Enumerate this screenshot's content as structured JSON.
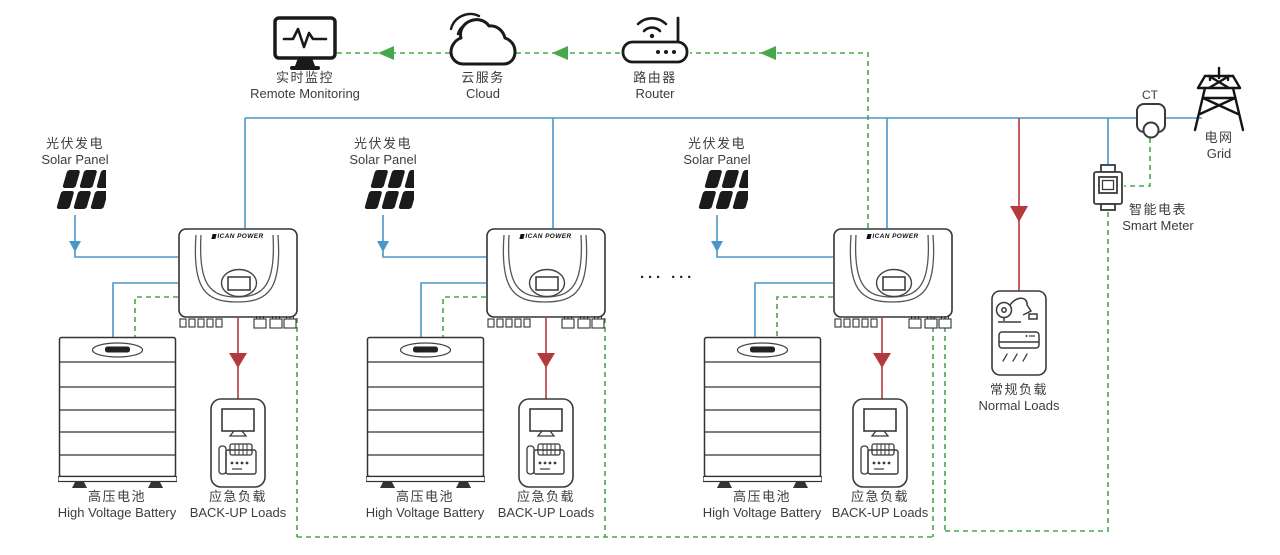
{
  "diagram": {
    "nodes": {
      "remote_monitoring": {
        "zh": "实时监控",
        "en": "Remote Monitoring"
      },
      "cloud": {
        "zh": "云服务",
        "en": "Cloud"
      },
      "router": {
        "zh": "路由器",
        "en": "Router"
      },
      "ct": {
        "label": "CT"
      },
      "grid": {
        "zh": "电网",
        "en": "Grid"
      },
      "smart_meter": {
        "zh": "智能电表",
        "en": "Smart Meter"
      },
      "solar_panel": {
        "zh": "光伏发电",
        "en": "Solar Panel"
      },
      "inverter": {
        "brand": "ICAN POWER"
      },
      "battery": {
        "zh": "高压电池",
        "en": "High Voltage Battery"
      },
      "backup_loads": {
        "zh": "应急负载",
        "en": "BACK-UP Loads"
      },
      "normal_loads": {
        "zh": "常规负载",
        "en": "Normal Loads"
      },
      "ellipsis": "··· ···"
    },
    "colors": {
      "ac_line": "#4b96c8",
      "load_line": "#b5393d",
      "comm_line": "#47a84b",
      "outline": "#1d1d1d",
      "text": "#3d3d3d"
    }
  }
}
